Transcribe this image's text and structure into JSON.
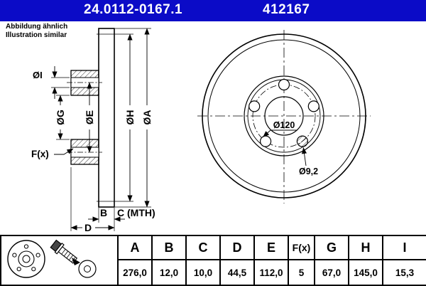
{
  "header": {
    "part_number": "24.0112-0167.1",
    "ref_number": "412167"
  },
  "note": {
    "line1": "Abbildung ähnlich",
    "line2": "Illustration similar"
  },
  "drawing": {
    "labels": {
      "dim_i": "ØI",
      "dim_g": "ØG",
      "dim_e": "ØE",
      "dim_h": "ØH",
      "dim_a": "ØA",
      "f_x": "F(x)",
      "b": "B",
      "c_mth": "C (MTH)",
      "d": "D",
      "bolt_circle": "Ø120",
      "hole_dia": "Ø9,2"
    }
  },
  "table": {
    "headers": [
      "A",
      "B",
      "C",
      "D",
      "E",
      "F(x)",
      "G",
      "H",
      "I"
    ],
    "values": [
      "276,0",
      "12,0",
      "10,0",
      "44,5",
      "112,0",
      "5",
      "67,0",
      "145,0",
      "15,3"
    ]
  },
  "colors": {
    "header_blue": "#0b0bc7",
    "line_black": "#000000"
  }
}
